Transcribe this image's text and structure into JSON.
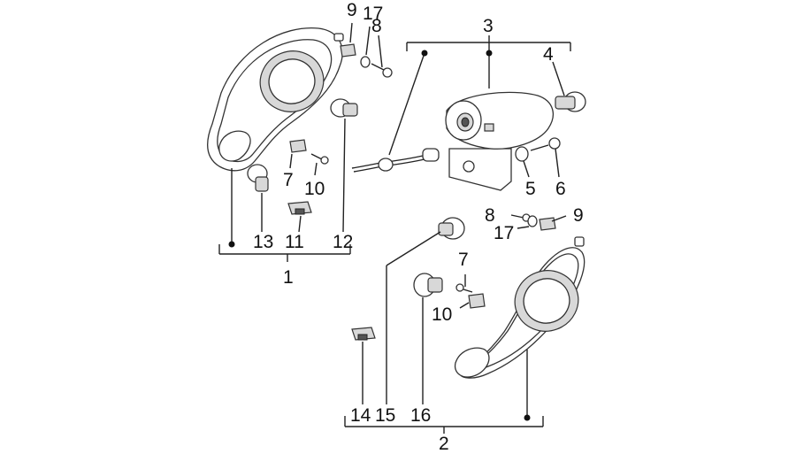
{
  "labels": {
    "l1": "1",
    "l2": "2",
    "l3": "3",
    "l4": "4",
    "l5": "5",
    "l6": "6",
    "l7a": "7",
    "l7b": "7",
    "l8a": "8",
    "l8b": "8",
    "l9a": "9",
    "l9b": "9",
    "l10a": "10",
    "l10b": "10",
    "l11": "11",
    "l12": "12",
    "l13": "13",
    "l14": "14",
    "l15": "15",
    "l16": "16",
    "l17a": "17",
    "l17b": "17"
  }
}
